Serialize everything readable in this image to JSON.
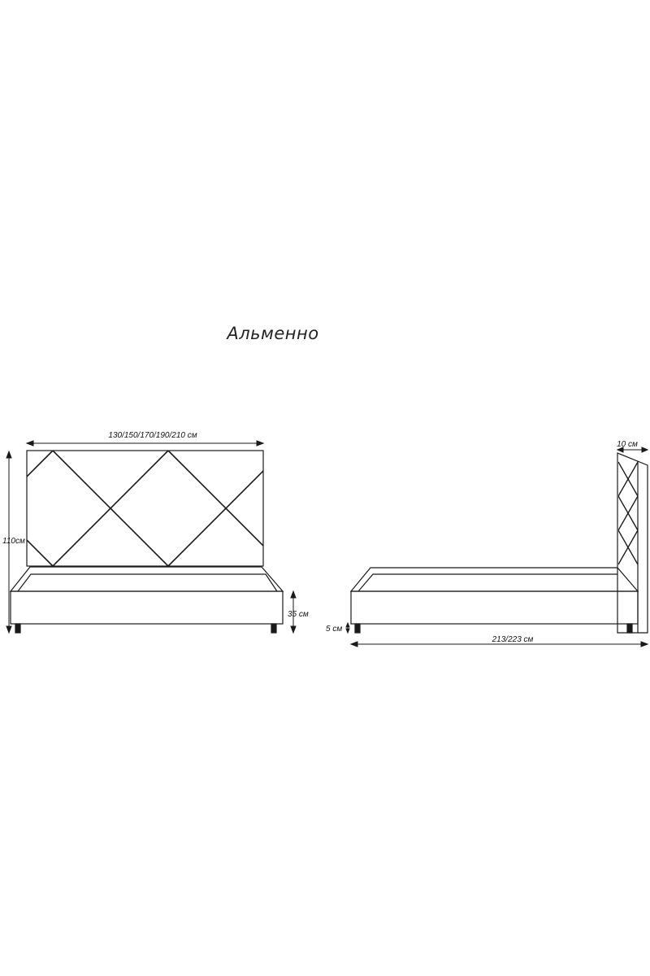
{
  "title": "Альменно",
  "front_view": {
    "width_label": "130/150/170/190/210 см",
    "height_label": "110см",
    "base_height_label": "35 см"
  },
  "side_view": {
    "headboard_thickness_label": "10 см",
    "leg_height_label": "5 см",
    "length_label": "213/223 см"
  },
  "colors": {
    "line": "#1a1a1a",
    "background": "#ffffff"
  }
}
